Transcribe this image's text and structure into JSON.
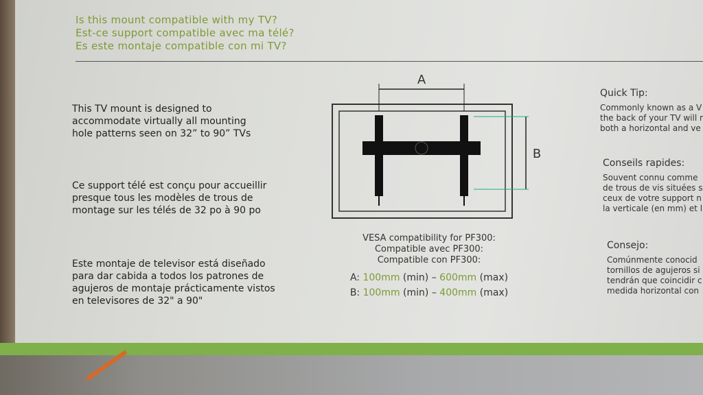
{
  "headings": [
    "Is this mount compatible with my TV?",
    "Est-ce support compatible avec ma télé?",
    "Es este montaje compatible con mi TV?"
  ],
  "descriptions": [
    "This TV mount is designed to accommodate virtually all mounting hole patterns seen on 32” to 90” TVs",
    "Ce support télé est conçu pour accueillir presque tous les modèles de trous de montage sur les télés de 32 po à 90 po",
    "Este montaje de televisor está diseñado para dar cabida a todos los patrones de agujeros de montaje prácticamente vistos en televisores de 32\" a 90\""
  ],
  "diagram": {
    "label_a": "A",
    "label_b": "B"
  },
  "vesa": {
    "title_lines": [
      "VESA compatibility for PF300:",
      "Compatible avec PF300:",
      "Compatible con PF300:"
    ],
    "a": {
      "prefix": "A:",
      "min": "100mm",
      "min_label": "(min) –",
      "max": "600mm",
      "max_label": "(max)"
    },
    "b": {
      "prefix": "B:",
      "min": "100mm",
      "min_label": "(min) –",
      "max": "400mm",
      "max_label": "(max)"
    }
  },
  "tips": [
    {
      "title": "Quick Tip:",
      "lines": [
        "Commonly known as a V",
        "the back of your TV will n",
        "both a horizontal and ve"
      ]
    },
    {
      "title": "Conseils rapides:",
      "lines": [
        "Souvent connu comme",
        "de trous de vis situées s",
        "ceux de votre support n",
        "la verticale (en mm) et li"
      ]
    },
    {
      "title": "Consejo:",
      "lines": [
        "Comúnmente conocid",
        "tornillos de agujeros si",
        "tendrán que coincidir c",
        "medida horizontal con"
      ]
    }
  ],
  "colors": {
    "accent": "#7d9a35"
  }
}
